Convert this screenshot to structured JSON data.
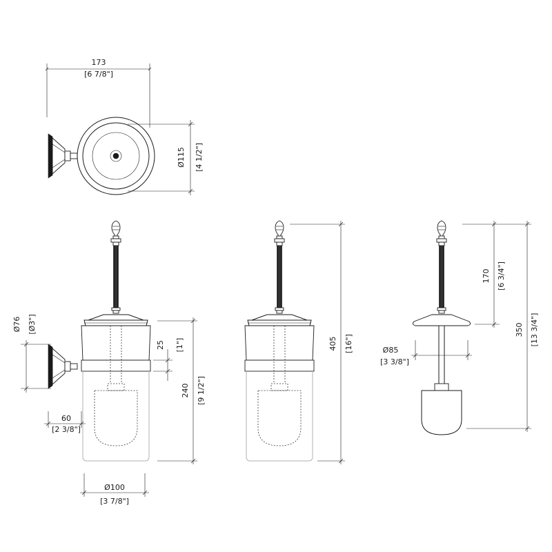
{
  "dimensions": {
    "top_width_mm": "173",
    "top_width_in": "[6 7/8\"]",
    "top_diameter_mm": "Ø115",
    "top_diameter_in": "[4 1/2\"]",
    "plate_diameter_mm": "Ø76",
    "plate_diameter_in": "[Ø3\"]",
    "projection_mm": "60",
    "projection_in": "[2 3/8\"]",
    "holder_diameter_mm": "Ø100",
    "holder_diameter_in": "[3 7/8\"]",
    "band_height_mm": "25",
    "band_height_in": "[1\"]",
    "holder_height_mm": "240",
    "holder_height_in": "[9 1/2\"]",
    "total_height_mm": "405",
    "total_height_in": "[16\"]",
    "brush_diameter_mm": "Ø85",
    "brush_diameter_in": "[3 3/8\"]",
    "handle_length_mm": "170",
    "handle_length_in": "[6 3/4\"]",
    "brush_length_mm": "350",
    "brush_length_in": "[13 3/4\"]"
  }
}
